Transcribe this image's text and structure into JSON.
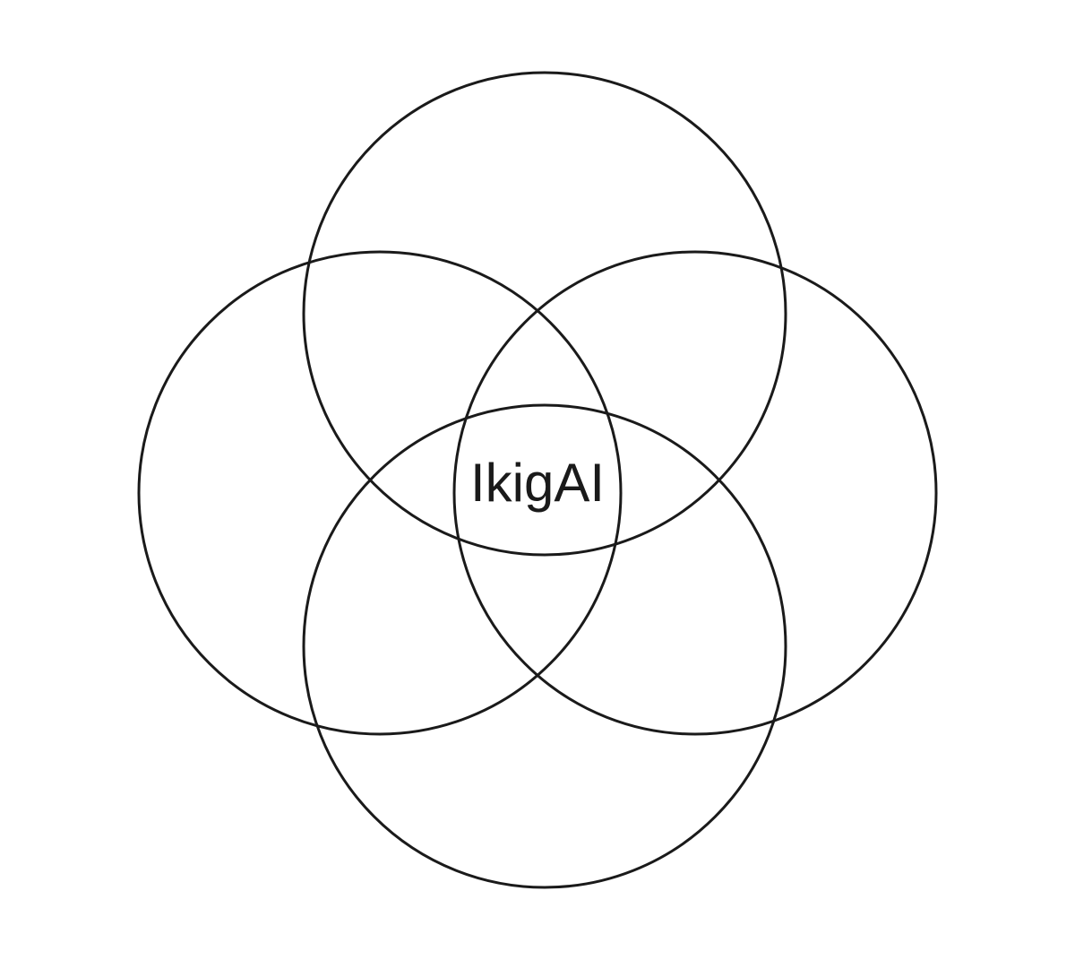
{
  "diagram": {
    "center_label": "IkigAI",
    "circles": [
      "top",
      "left",
      "right",
      "bottom"
    ],
    "stroke_color": "#1a1a1a",
    "background_color": "#ffffff"
  }
}
